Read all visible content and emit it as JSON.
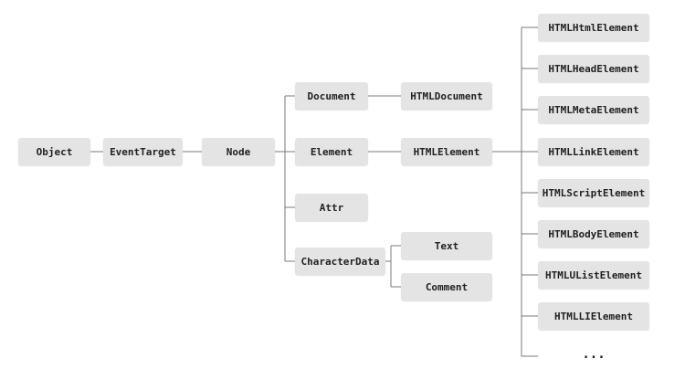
{
  "nodes": {
    "object": "Object",
    "event_target": "EventTarget",
    "node": "Node",
    "document": "Document",
    "element": "Element",
    "attr": "Attr",
    "character_data": "CharacterData",
    "html_document": "HTMLDocument",
    "html_element": "HTMLElement",
    "text": "Text",
    "comment": "Comment",
    "html_html_element": "HTMLHtmlElement",
    "html_head_element": "HTMLHeadElement",
    "html_meta_element": "HTMLMetaElement",
    "html_link_element": "HTMLLinkElement",
    "html_script_element": "HTMLScriptElement",
    "html_body_element": "HTMLBodyElement",
    "html_ulist_element": "HTMLUListElement",
    "html_li_element": "HTMLLIElement",
    "more": "..."
  }
}
